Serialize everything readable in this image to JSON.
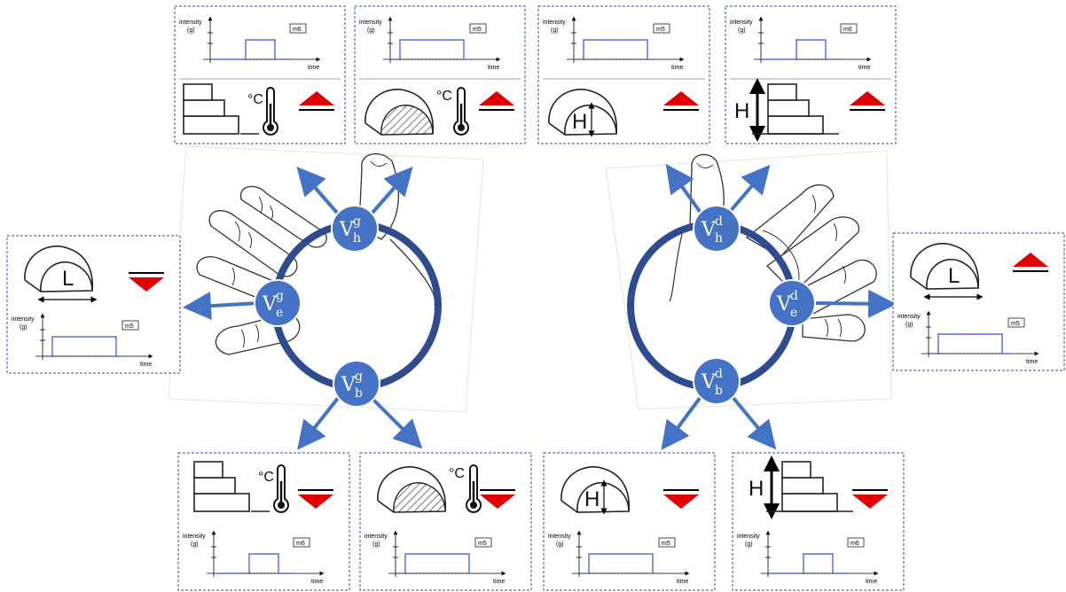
{
  "panel_text": {
    "intensity_label": "intensity",
    "g_label": "(g)",
    "time_label": "time",
    "celsius": "°C",
    "height_symbol": "H",
    "length_symbol": "L"
  },
  "nodes": {
    "v": "V",
    "left_sup": "g",
    "right_sup": "d",
    "top_sub": "h",
    "middle_sub": "e",
    "bottom_sub": "b"
  },
  "panels": [
    {
      "id": "top-1",
      "tag": "m6",
      "pulse": 0.33,
      "trend": "up"
    },
    {
      "id": "top-2",
      "tag": "m5",
      "pulse": 0.75,
      "trend": "up"
    },
    {
      "id": "top-3",
      "tag": "m5",
      "pulse": 0.75,
      "trend": "up"
    },
    {
      "id": "top-4",
      "tag": "m6",
      "pulse": 0.33,
      "trend": "up"
    },
    {
      "id": "left",
      "tag": "m5",
      "pulse": 0.75,
      "trend": "down"
    },
    {
      "id": "right",
      "tag": "m5",
      "pulse": 0.75,
      "trend": "up"
    },
    {
      "id": "bottom-1",
      "tag": "m6",
      "pulse": 0.33,
      "trend": "down"
    },
    {
      "id": "bottom-2",
      "tag": "m5",
      "pulse": 0.75,
      "trend": "down"
    },
    {
      "id": "bottom-3",
      "tag": "m5",
      "pulse": 0.75,
      "trend": "down"
    },
    {
      "id": "bottom-4",
      "tag": "m6",
      "pulse": 0.33,
      "trend": "down"
    }
  ],
  "colors": {
    "ring": "#2e4b8f",
    "node": "#4472c4",
    "arrow": "#4472c4",
    "pulse": "#3a4fd6",
    "trend_triangle": "#e00000"
  }
}
